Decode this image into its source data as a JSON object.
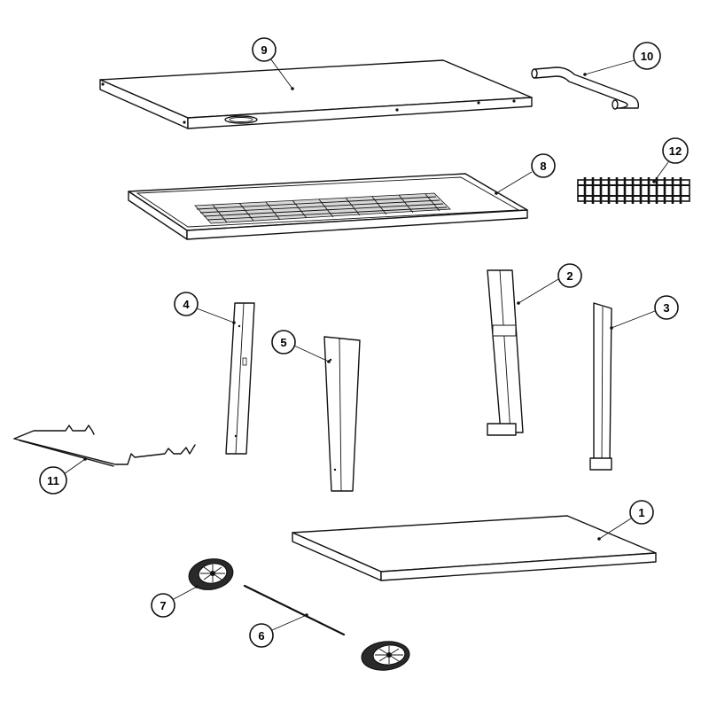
{
  "diagram": {
    "parts": [
      {
        "id": "part-1",
        "label": "1"
      },
      {
        "id": "part-2",
        "label": "2"
      },
      {
        "id": "part-3",
        "label": "3"
      },
      {
        "id": "part-4",
        "label": "4"
      },
      {
        "id": "part-5",
        "label": "5"
      },
      {
        "id": "part-6",
        "label": "6"
      },
      {
        "id": "part-7",
        "label": "7"
      },
      {
        "id": "part-8",
        "label": "8"
      },
      {
        "id": "part-9",
        "label": "9"
      },
      {
        "id": "part-10",
        "label": "10"
      },
      {
        "id": "part-11",
        "label": "11"
      },
      {
        "id": "part-12",
        "label": "12"
      }
    ]
  }
}
